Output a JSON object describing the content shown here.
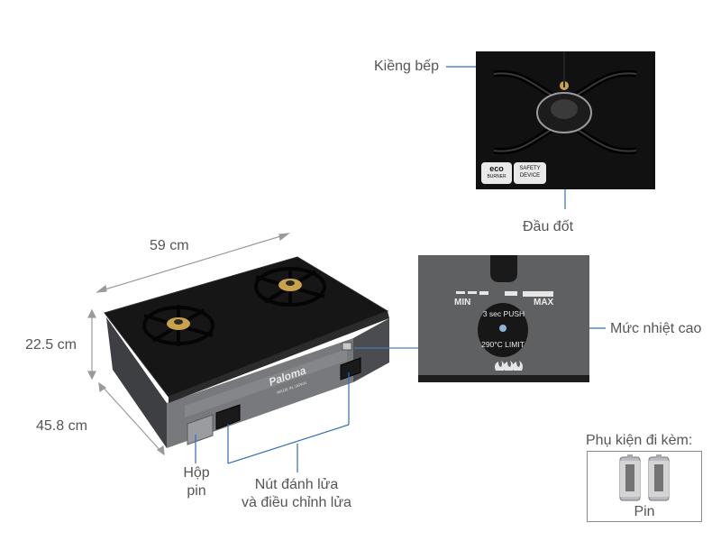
{
  "labels": {
    "grate": "Kiềng bếp",
    "burner_head": "Đầu đốt",
    "high_heat": "Mức nhiệt cao",
    "width": "59 cm",
    "height": "22.5 cm",
    "depth": "45.8 cm",
    "battery_box_line1": "Hộp",
    "battery_box_line2": "pin",
    "ignition_line1": "Nút đánh lửa",
    "ignition_line2": "và điều chỉnh lửa",
    "accessories_title": "Phụ kiện đi kèm:",
    "accessory_item": "Pin"
  },
  "stove": {
    "brand": "Paloma",
    "made_in": "MADE IN JAPAN"
  },
  "control_panel": {
    "min": "MIN",
    "max": "MAX",
    "push": "3 sec PUSH",
    "limit": "290°C LIMIT"
  },
  "badges": {
    "eco_line1": "eco",
    "eco_line2": "BURNER",
    "safety_line1": "SAFETY",
    "safety_line2": "DEVICE"
  },
  "colors": {
    "accent_line": "#2f6fb5",
    "stove_top": "#161616",
    "body_grey": "#6b6d70"
  }
}
